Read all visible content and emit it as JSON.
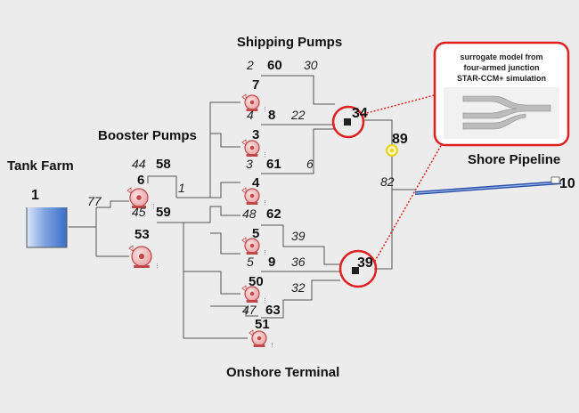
{
  "sections": {
    "shipping_pumps": "Shipping Pumps",
    "booster_pumps": "Booster Pumps",
    "tank_farm": "Tank Farm",
    "shore_pipeline": "Shore Pipeline",
    "onshore_terminal": "Onshore Terminal"
  },
  "callout": {
    "line1": "surrogate model from",
    "line2": "four-armed junction",
    "line3": "STAR-CCM+ simulation"
  },
  "nodes": {
    "tank": "1",
    "booster_a": "6",
    "booster_b": "53",
    "pump_7": "7",
    "pump_3": "3",
    "pump_4": "4",
    "pump_5": "5",
    "pump_50": "50",
    "pump_51": "51",
    "junction_34": "34",
    "junction_39": "39",
    "valve_89": "89",
    "pipeline_end": "10"
  },
  "pipes": {
    "p60": "60",
    "p8": "8",
    "p61": "61",
    "p62": "62",
    "p9": "9",
    "p63": "63",
    "p58": "58",
    "p59": "59",
    "p2": "2",
    "p4": "4",
    "p3": "3",
    "p48": "48",
    "p5": "5",
    "p47": "47",
    "p44": "44",
    "p45": "45",
    "p77": "77",
    "p1": "1",
    "p30": "30",
    "p22": "22",
    "p6": "6",
    "p39": "39",
    "p36": "36",
    "p32": "32",
    "p82": "82"
  },
  "colors": {
    "background": "#ececec",
    "pump_fill": "#f4b8b8",
    "pump_stroke": "#c04848",
    "highlight": "#e02020",
    "tank_blue": "#3b6fc9",
    "pipeline_blue": "#2a4fa8",
    "valve_yellow": "#e8d020"
  }
}
